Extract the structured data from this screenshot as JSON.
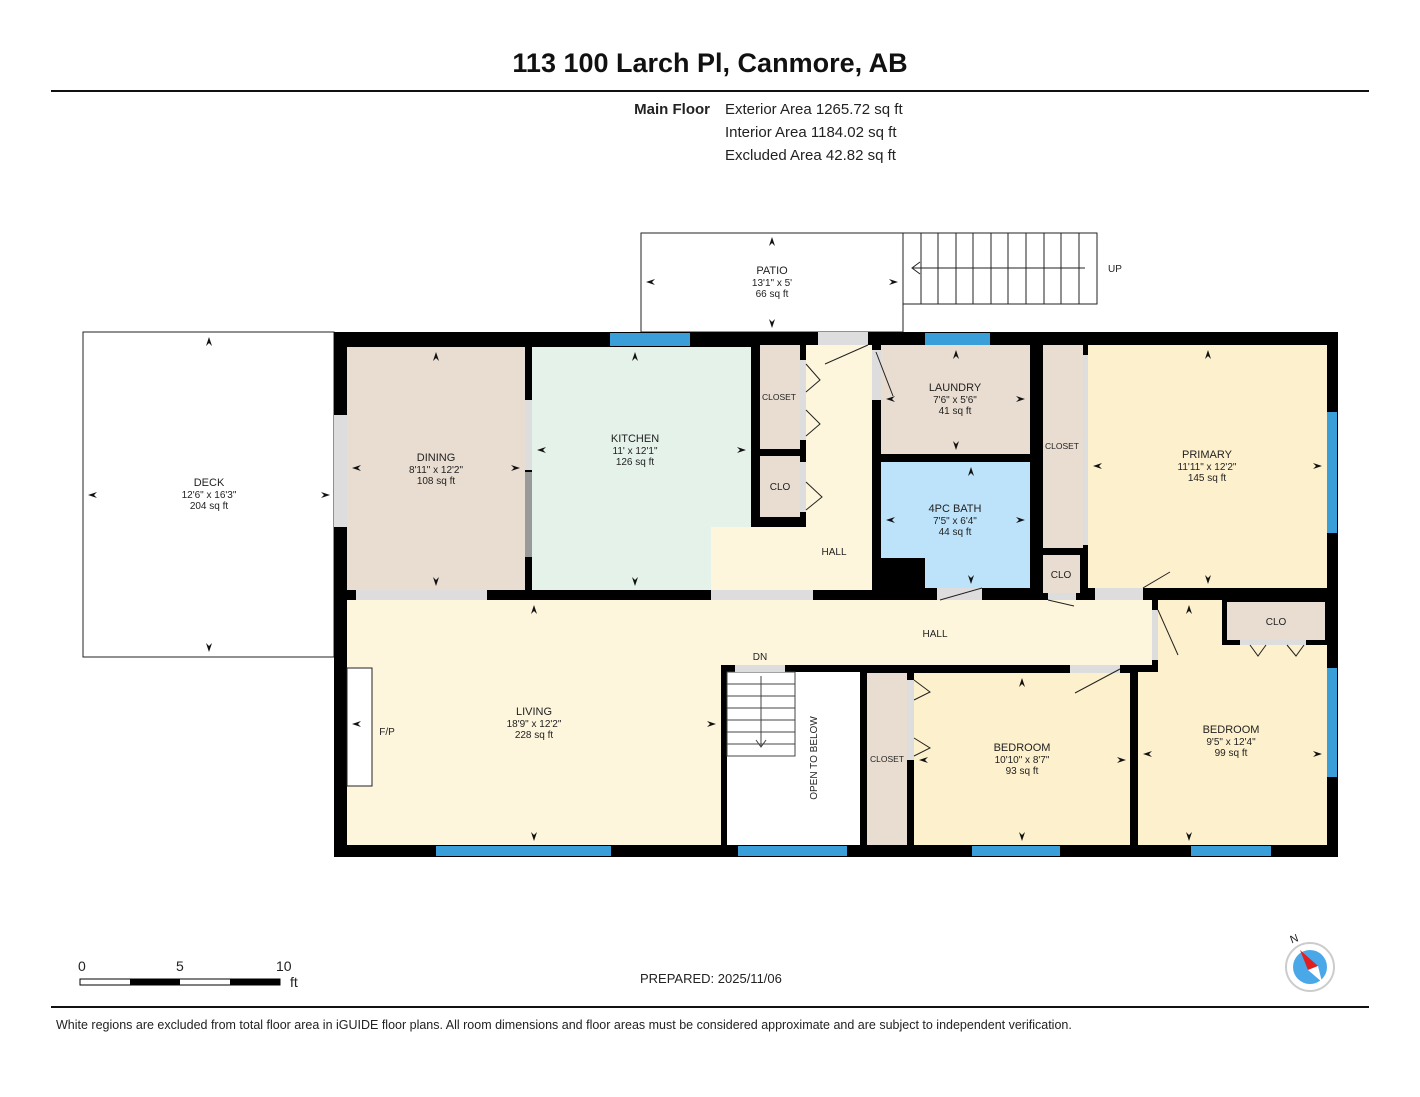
{
  "title": "113 100 Larch Pl, Canmore, AB",
  "floor": {
    "name": "Main Floor",
    "exterior": "Exterior Area 1265.72 sq ft",
    "interior": "Interior Area 1184.02 sq ft",
    "excluded": "Excluded Area 42.82 sq ft"
  },
  "rooms": {
    "deck": {
      "name": "DECK",
      "dim": "12'6\" x 16'3\"",
      "area": "204 sq ft"
    },
    "patio": {
      "name": "PATIO",
      "dim": "13'1\" x 5'",
      "area": "66 sq ft"
    },
    "dining": {
      "name": "DINING",
      "dim": "8'11\" x 12'2\"",
      "area": "108 sq ft"
    },
    "kitchen": {
      "name": "KITCHEN",
      "dim": "11' x 12'1\"",
      "area": "126 sq ft"
    },
    "laundry": {
      "name": "LAUNDRY",
      "dim": "7'6\" x 5'6\"",
      "area": "41 sq ft"
    },
    "bath": {
      "name": "4PC BATH",
      "dim": "7'5\" x 6'4\"",
      "area": "44 sq ft"
    },
    "primary": {
      "name": "PRIMARY",
      "dim": "11'11\" x 12'2\"",
      "area": "145 sq ft"
    },
    "living": {
      "name": "LIVING",
      "dim": "18'9\" x 12'2\"",
      "area": "228 sq ft"
    },
    "bedroom1": {
      "name": "BEDROOM",
      "dim": "10'10\" x 8'7\"",
      "area": "93 sq ft"
    },
    "bedroom2": {
      "name": "BEDROOM",
      "dim": "9'5\" x 12'4\"",
      "area": "99 sq ft"
    }
  },
  "labels": {
    "closet": "CLOSET",
    "clo": "CLO",
    "hall": "HALL",
    "fp": "F/P",
    "up": "UP",
    "dn": "DN",
    "open": "OPEN TO BELOW"
  },
  "scale": {
    "t0": "0",
    "t5": "5",
    "t10": "10",
    "unit": "ft"
  },
  "compass": "N",
  "prepared": "PREPARED: 2025/11/06",
  "disclaimer": "White regions are excluded from total floor area in iGUIDE floor plans. All room dimensions and floor areas must be considered approximate and are subject to independent verification.",
  "colors": {
    "wall": "#000000",
    "window": "#3a9fd8",
    "hall": "#fdf6dc",
    "dining": "#e8ddd0",
    "kitchen": "#e4f2ea",
    "bath": "#bde3fb",
    "bedroom": "#fdf0cc"
  }
}
